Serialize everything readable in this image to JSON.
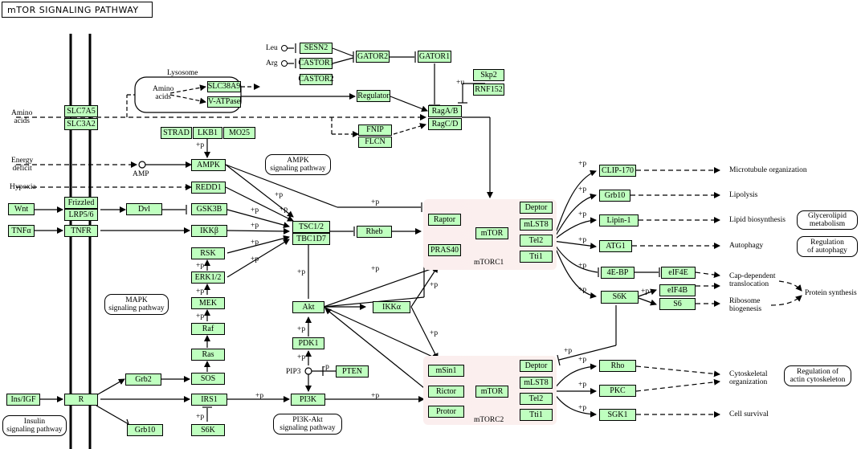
{
  "title": "mTOR SIGNALING PATHWAY",
  "nodes": {
    "sesn2": "SESN2",
    "castor1": "CASTOR1",
    "castor2": "CASTOR2",
    "gator2": "GATOR2",
    "gator1": "GATOR1",
    "slc38a9": "SLC38A9",
    "vatpase": "V-ATPase",
    "regulator": "Regulator",
    "skp2": "Skp2",
    "rnf152": "RNF152",
    "slc7a5": "SLC7A5",
    "slc3a2": "SLC3A2",
    "ragab": "RagA/B",
    "ragcd": "RagC/D",
    "fnip": "FNIP",
    "flcn": "FLCN",
    "strad": "STRAD",
    "lkb1": "LKB1",
    "mo25": "MO25",
    "ampk": "AMPK",
    "redd1": "REDD1",
    "frizzled": "Frizzled",
    "lrp56": "LRP5/6",
    "dvl": "Dvl",
    "gsk3b": "GSK3B",
    "wnt": "Wnt",
    "tnfa": "TNFα",
    "tnfr": "TNFR",
    "ikkb": "IKKβ",
    "rsk": "RSK",
    "erk12": "ERK1/2",
    "mek": "MEK",
    "raf": "Raf",
    "ras": "Ras",
    "sos": "SOS",
    "tsc12": "TSC1/2",
    "tbc1d7": "TBC1D7",
    "rheb": "Rheb",
    "akt": "Akt",
    "ikka": "IKKα",
    "pdk1": "PDK1",
    "pten": "PTEN",
    "raptor": "Raptor",
    "pras40": "PRAS40",
    "mtor1": "mTOR",
    "deptor1": "Deptor",
    "mlst8_1": "mLST8",
    "tel2_1": "Tel2",
    "tti1_1": "Tti1",
    "msin1": "mSin1",
    "rictor": "Rictor",
    "protor": "Protor",
    "mtor2": "mTOR",
    "deptor2": "Deptor",
    "mlst8_2": "mLST8",
    "tel2_2": "Tel2",
    "tti1_2": "Tti1",
    "clip170": "CLIP-170",
    "grb10r": "Grb10",
    "lipin1": "Lipin-1",
    "atg1": "ATG1",
    "ebp": "4E-BP",
    "eif4e": "eIF4E",
    "s6k": "S6K",
    "eif4b": "eIF4B",
    "s6": "S6",
    "rho": "Rho",
    "pkc": "PKC",
    "sgk1": "SGK1",
    "insigf": "Ins/IGF",
    "r": "R",
    "grb2": "Grb2",
    "irs1": "IRS1",
    "pi3k": "PI3K",
    "grb10b": "Grb10",
    "s6kb": "S6K"
  },
  "labels": {
    "leu": "Leu",
    "arg": "Arg",
    "lysosome": "Lysosome",
    "amino_acids_inner": "Amino\nacids",
    "amino_acids": "Amino\nacids",
    "energy_deficit": "Energy\ndeficit",
    "amp": "AMP",
    "hypoxia": "Hypoxia",
    "pip3": "PIP3",
    "mtorc1": "mTORC1",
    "mtorc2": "mTORC2",
    "out_microtubule": "Microtubule organization",
    "out_lipolysis": "Lipolysis",
    "out_lipid": "Lipid biosynthesis",
    "out_autophagy": "Autophagy",
    "out_cap": "Cap-dependent\ntranslocation",
    "out_ribo": "Ribosome\nbiogenesis",
    "out_protein": "Protein synthesis",
    "out_cyto": "Cytoskeletal\norganization",
    "out_survival": "Cell survival",
    "plus_p": "+p",
    "minus_p": "-p",
    "plus_u": "+u"
  },
  "pathway_links": {
    "ampk_link": "AMPK\nsignaling pathway",
    "mapk_link": "MAPK\nsignaling pathway",
    "glycero_link": "Glycerolipid\nmetabolism",
    "autoph_link": "Regulation\nof autophagy",
    "actin_link": "Regulation of\nactin cytoskeleton",
    "insulin_link": "Insulin\nsignaling pathway",
    "pi3k_link": "PI3K-Akt\nsignaling pathway"
  }
}
